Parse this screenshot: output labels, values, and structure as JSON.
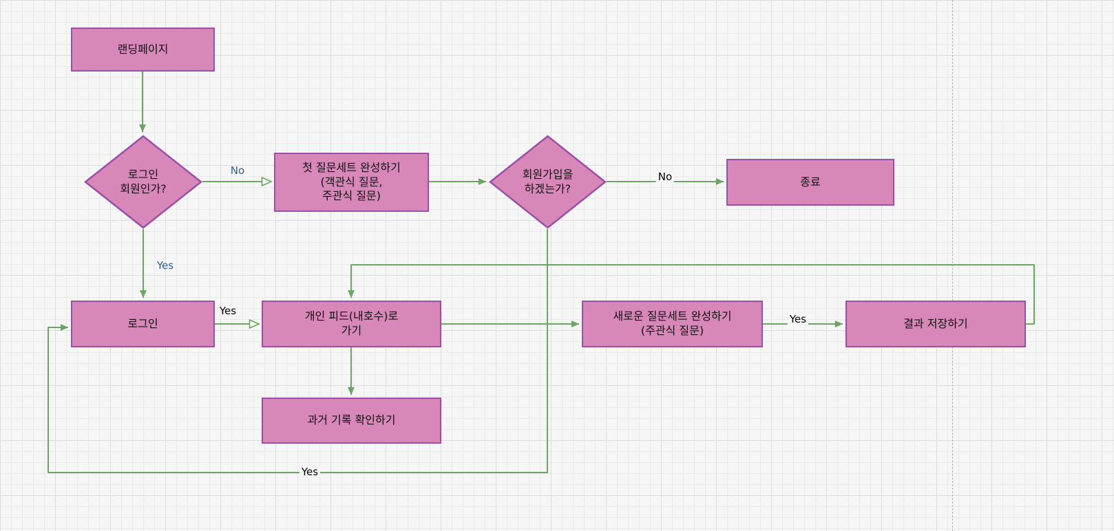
{
  "colors": {
    "canvas_bg": "#f6f6f6",
    "grid_minor": "#e9e9e9",
    "grid_major": "#dcdcdc",
    "node_fill": "#d887b9",
    "node_stroke": "#9a4ea8",
    "arrow": "#6aa563",
    "label_blue": "#36618e",
    "label_dark": "#000000",
    "page_break": "#b0b0b0"
  },
  "diagram": {
    "type": "flowchart"
  },
  "nodes": {
    "landing": {
      "label": "랜딩페이지",
      "shape": "rectangle"
    },
    "is_member": {
      "label": "로그인\n회원인가?",
      "shape": "diamond"
    },
    "first_question_set": {
      "label": "첫 질문세트 완성하기\n(객관식 질문,\n주관식 질문)",
      "shape": "rectangle"
    },
    "signup_decision": {
      "label": "회원가입을\n하겠는가?",
      "shape": "diamond"
    },
    "end": {
      "label": "종료",
      "shape": "rectangle"
    },
    "login": {
      "label": "로그인",
      "shape": "rectangle"
    },
    "personal_feed": {
      "label": "개인 피드(내호수)로\n가기",
      "shape": "rectangle"
    },
    "new_question_set": {
      "label": "새로운 질문세트 완성하기\n(주관식 질문)",
      "shape": "rectangle"
    },
    "save_result": {
      "label": "결과 저장하기",
      "shape": "rectangle"
    },
    "past_records": {
      "label": "과거 기록 확인하기",
      "shape": "rectangle"
    }
  },
  "edge_labels": {
    "no_login": "No",
    "yes_login": "Yes",
    "yes_feed": "Yes",
    "no_signup": "No",
    "yes_save": "Yes",
    "yes_relogin": "Yes"
  }
}
